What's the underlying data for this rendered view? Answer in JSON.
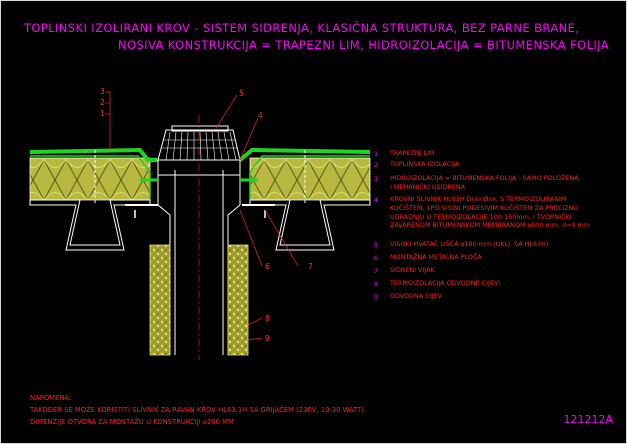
{
  "title": {
    "line1": "TOPLINSKI IZOLIRANI KROV - SISTEM SIDRENJA, KLASIČNA STRUKTURA, BEZ PARNE BRANE,",
    "line2": "NOSIVA KONSTRUKCIJA = TRAPEZNI LIM, HIDROIZOLACIJA = BITUMENSKA FOLIJA"
  },
  "legend": [
    {
      "num": "1",
      "text": "TRAPEZNI LIM"
    },
    {
      "num": "2",
      "text": "TOPLINSKA IZOLACIJA"
    },
    {
      "num": "3",
      "text": "HIDROIZOLACIJA = BITUMENSKA FOLIJA - SAMO POLOŽENA\nI MEHANIČKI USIDRENA"
    },
    {
      "num": "4",
      "text": "KROVNI SLIVNIK HL63H DrainBox, S TERMOIZOLIRANIM\nKUČIŠTEM, 1PO VISINI PODESIVIM KUČIŠTEM ZA PRECIZNU\nUGRADNJU U TERMOIZOLACIJE 100-160mm, I TVORNIČKI\nZAVARENOM BITUMENSKOM MEMBRANOM ⌀500 mm, d=4 mm"
    },
    {
      "num": "5",
      "text": "VISOKI HVATAČ LIŠĆA ⌀180 mm (UKLJ. SA HL63H)"
    },
    {
      "num": "6",
      "text": "MONTAŽNA METALNA PLOČA"
    },
    {
      "num": "7",
      "text": "SIDRENI VIJAK"
    },
    {
      "num": "8",
      "text": "TERMOIZOLACIJA ODVODNE CIJEVI"
    },
    {
      "num": "9",
      "text": "ODVODNA CIJEV"
    }
  ],
  "callouts": {
    "left": [
      "3",
      "2",
      "1"
    ],
    "top_5": "5",
    "right_4": "4",
    "c6": "6",
    "c7": "7",
    "c8": "8",
    "c9": "9"
  },
  "notes": {
    "heading": "NAPOMENA:",
    "line1": "TAKOĐER SE MOŽE KORISTITI SLIVNIK ZA RAVAN KROV HL63.1H SA GRIJAČEM (230V, 10-30 WATT).",
    "line2": "DIMENZIJE OTVORA ZA MONTAŽU U KONSTRUKCIJI ⌀200 MM"
  },
  "drawing_code": "121212A",
  "colors": {
    "background": "#000000",
    "title": "#ff00ff",
    "legend_text": "#ff2020",
    "insulation_fill": "#c8c84a",
    "membrane": "#1fd41f",
    "metal": "#ffffff",
    "pipe_insulation": "#e0e060"
  }
}
